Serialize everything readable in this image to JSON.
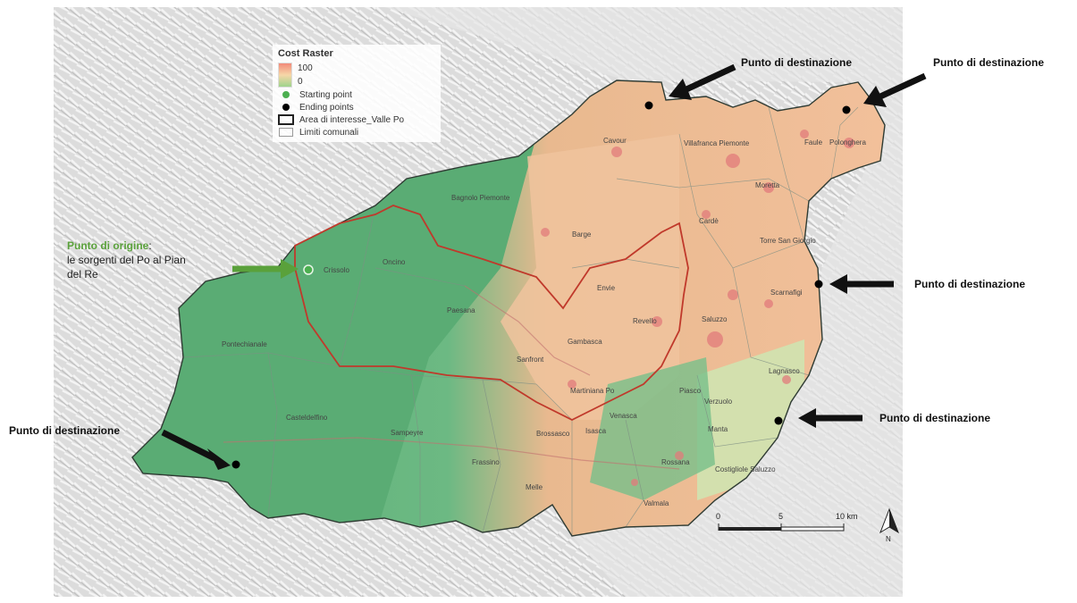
{
  "legend": {
    "title": "Cost Raster",
    "high": "100",
    "low": "0",
    "starting": "Starting point",
    "ending": "Ending points",
    "area": "Area di interesse_Valle Po",
    "limits": "Limiti comunali"
  },
  "labels": {
    "destination": "Punto di destinazione",
    "origin_title": "Punto di origine",
    "origin_colon": ":",
    "origin_line1": "le sorgenti del Po al Pian",
    "origin_line2": "del Re"
  },
  "scale": {
    "t0": "0",
    "t1": "5",
    "t2": "10 km"
  },
  "north": "N",
  "municipalities": [
    "Cavour",
    "Villafranca Piemonte",
    "Faule",
    "Polonghera",
    "Moretta",
    "Bagnolo Piemonte",
    "Barge",
    "Crissolo",
    "Oncino",
    "Paesana",
    "Sanfront",
    "Envie",
    "Revello",
    "Gambasca",
    "Martiniana Po",
    "Saluzzo",
    "Scarnafigi",
    "Cardè",
    "Torre San Giorgio",
    "Lagnasco",
    "Verzuolo",
    "Manta",
    "Costigliole Saluzzo",
    "Pontechianale",
    "Casteldelfino",
    "Sampeyre",
    "Frassino",
    "Venasca",
    "Brossasco",
    "Isasca",
    "Rossana",
    "Piasco",
    "Melle",
    "Valmala"
  ],
  "colors": {
    "low_cost": "#6bb57e",
    "mid_cost": "#f6d7a8",
    "high_cost": "#f0b08e",
    "start": "#4caf50",
    "end": "#000000",
    "origin_text": "#5aa13b",
    "area_outline": "#c0392b"
  }
}
